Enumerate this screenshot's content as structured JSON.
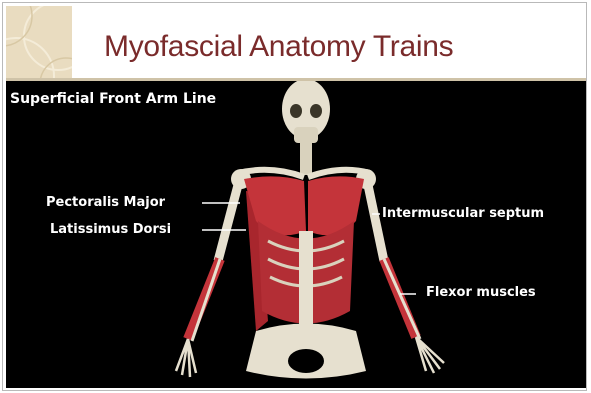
{
  "slide": {
    "title": "Myofascial Anatomy Trains",
    "section_label": "Superficial Front Arm Line",
    "labels": {
      "pectoralis": "Pectoralis Major",
      "latissimus": "Latissimus Dorsi",
      "septum": "Intermuscular septum",
      "flexor": "Flexor muscles"
    }
  },
  "colors": {
    "title": "#7a2b2b",
    "muscle": "#c4343a",
    "bone": "#e6e0cf",
    "background": "#000000"
  }
}
